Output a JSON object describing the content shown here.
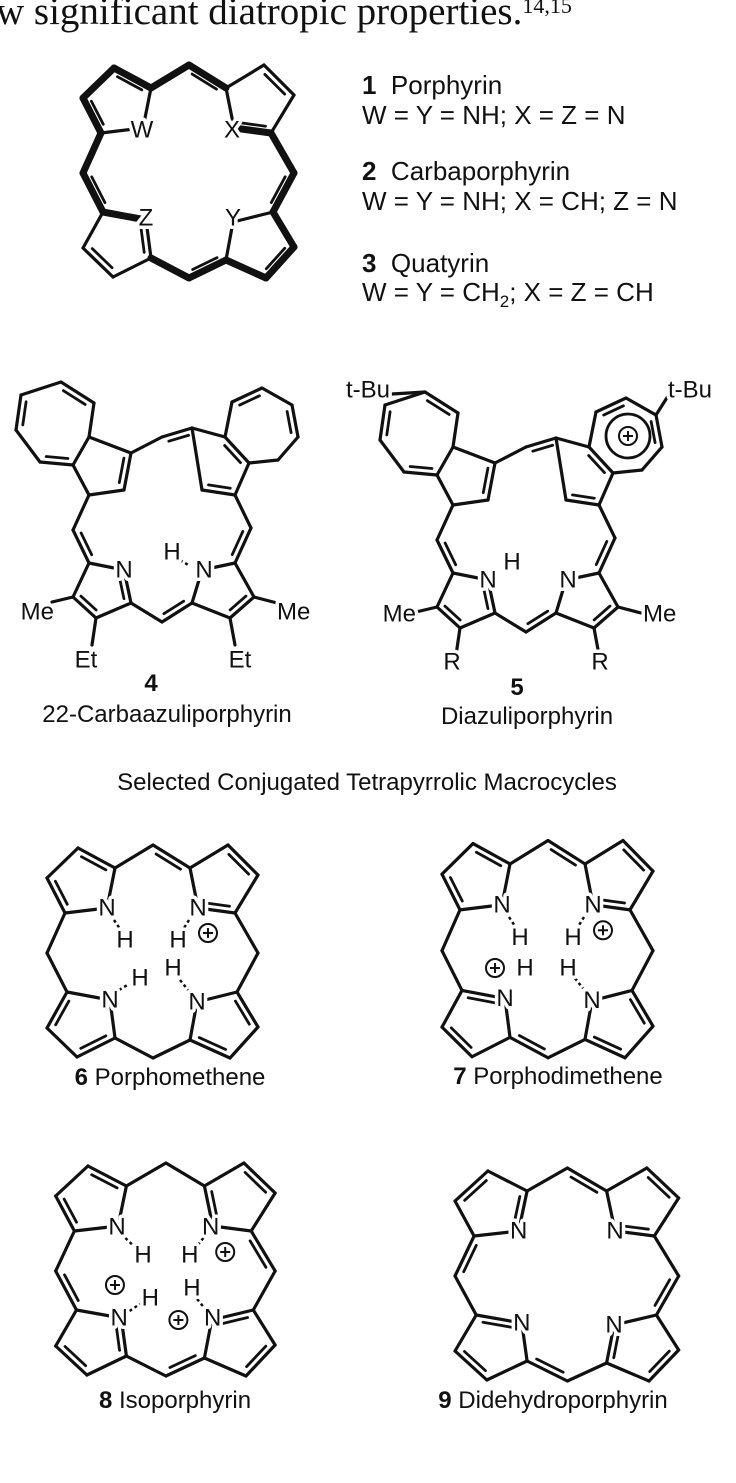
{
  "header": {
    "text": "w significant diatropic properties.",
    "ref": "14,15"
  },
  "compounds": [
    {
      "number": "1",
      "name": "Porphyrin",
      "formula": "W = Y = NH; X = Z = N"
    },
    {
      "number": "2",
      "name": "Carbaporphyrin",
      "formula": "W = Y = NH; X = CH; Z = N"
    },
    {
      "number": "3",
      "name": "Quatyrin",
      "formula_main": "W = Y = CH",
      "formula_sub": "2",
      "formula_rest": "; X = Z = CH"
    }
  ],
  "core_labels": {
    "W": "W",
    "X": "X",
    "Y": "Y",
    "Z": "Z"
  },
  "atoms": {
    "N": "N",
    "H": "H",
    "Me": "Me",
    "Et": "Et",
    "R": "R",
    "tBu": "t-Bu"
  },
  "azuli": [
    {
      "number": "4",
      "name": "22-Carbaazuliporphyrin"
    },
    {
      "number": "5",
      "name": "Diazuliporphyrin"
    }
  ],
  "section_title": "Selected Conjugated Tetrapyrrolic Macrocycles",
  "bottom": [
    {
      "number": "6",
      "name": "Porphomethene"
    },
    {
      "number": "7",
      "name": "Porphodimethene"
    },
    {
      "number": "8",
      "name": "Isoporphyrin"
    },
    {
      "number": "9",
      "name": "Didehydroporphyrin"
    }
  ]
}
